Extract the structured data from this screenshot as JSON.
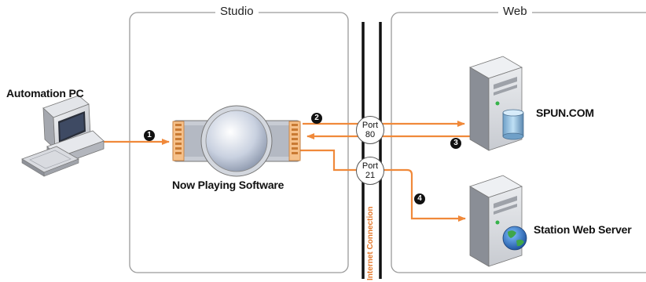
{
  "zones": {
    "studio_title": "Studio",
    "web_title": "Web"
  },
  "nodes": {
    "automation_pc": "Automation PC",
    "now_playing": "Now Playing Software",
    "spun": "SPUN.COM",
    "station_web_server": "Station Web Server"
  },
  "ports": [
    {
      "label": "Port",
      "number": "80"
    },
    {
      "label": "Port",
      "number": "21"
    }
  ],
  "steps": [
    "1",
    "2",
    "3",
    "4"
  ],
  "connection_label": "Internet Connection",
  "colors": {
    "arrow": "#f0893a",
    "panel_border": "#9a9a9a",
    "line": "#111111"
  },
  "icons": {
    "pc": "desktop-computer-icon",
    "server": "server-tower-icon",
    "database": "database-icon",
    "globe": "globe-icon"
  }
}
